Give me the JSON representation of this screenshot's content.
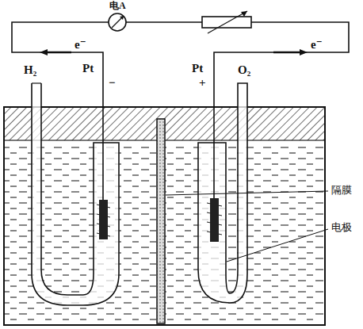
{
  "diagram": {
    "labels": [
      "电A",
      "e⁻",
      "e⁻",
      "H₂",
      "Pt",
      "−",
      "Pt",
      "+",
      "O₂",
      "隔膜",
      "电极"
    ]
  }
}
